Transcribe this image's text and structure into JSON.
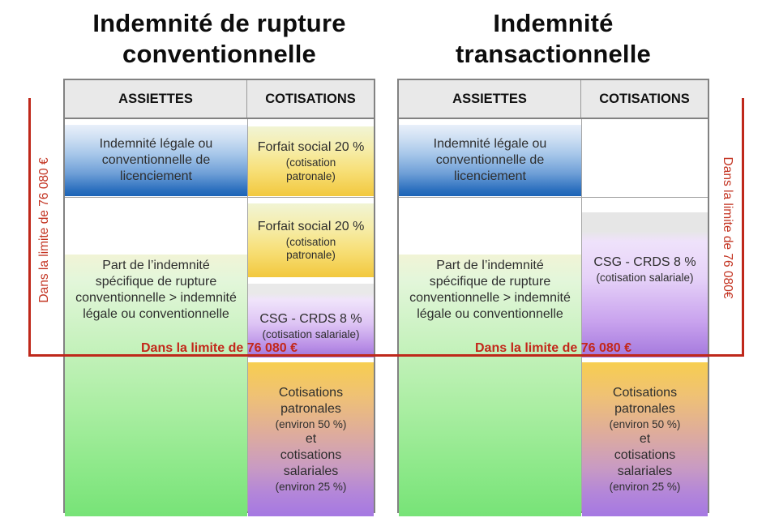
{
  "tables": [
    {
      "title": "Indemnité de rupture conventionnelle",
      "col_assiettes": "ASSIETTES",
      "col_cotisations": "COTISATIONS",
      "cell_indemnite_legale": "Indemnité légale ou conventionnelle de licenciement",
      "cell_forfait_social_1": {
        "main": "Forfait social 20 %",
        "sub": "(cotisation patronale)"
      },
      "cell_forfait_social_2": {
        "main": "Forfait social 20 %",
        "sub": "(cotisation patronale)"
      },
      "cell_csg_crds": {
        "main": "CSG - CRDS 8 %",
        "sub": "(cotisation salariale)"
      },
      "cell_part_indemnite": "Part de l’indemnité spécifique de rupture conventionnelle > indemnité légale ou conventionnelle",
      "limit_label": "Dans la limite de 76 080 €",
      "cell_bottom": {
        "patronales": "Cotisations patronales",
        "environ50": "(environ 50 %)",
        "et": "et",
        "salariales": "cotisations salariales",
        "environ25": "(environ 25 %)"
      }
    },
    {
      "title": "Indemnité transactionnelle",
      "col_assiettes": "ASSIETTES",
      "col_cotisations": "COTISATIONS",
      "cell_indemnite_legale": "Indemnité légale ou conventionnelle de licenciement",
      "cell_csg_crds": {
        "main": "CSG - CRDS 8 %",
        "sub": "(cotisation salariale)"
      },
      "cell_part_indemnite": "Part de l’indemnité spécifique de rupture conventionnelle > indemnité légale ou conventionnelle",
      "limit_label": "Dans la limite de 76 080 €",
      "cell_bottom": {
        "patronales": "Cotisations patronales",
        "environ50": "(environ 50 %)",
        "et": "et",
        "salariales": "cotisations salariales",
        "environ25": "(environ 25 %)"
      }
    }
  ],
  "side_labels": {
    "left": "Dans la limite de 76 080 €",
    "right": "Dans la limite de 76 080€"
  },
  "colors": {
    "accent_red": "#bf281b",
    "blue_assiette": "#1c64b6",
    "yellow_forfait": "#f2c83e",
    "green_assiette": "#77e377",
    "purple_csg": "#a478dd",
    "orange_cotisations_top": "#f7ce50",
    "header_bg": "#e9e9e9"
  }
}
